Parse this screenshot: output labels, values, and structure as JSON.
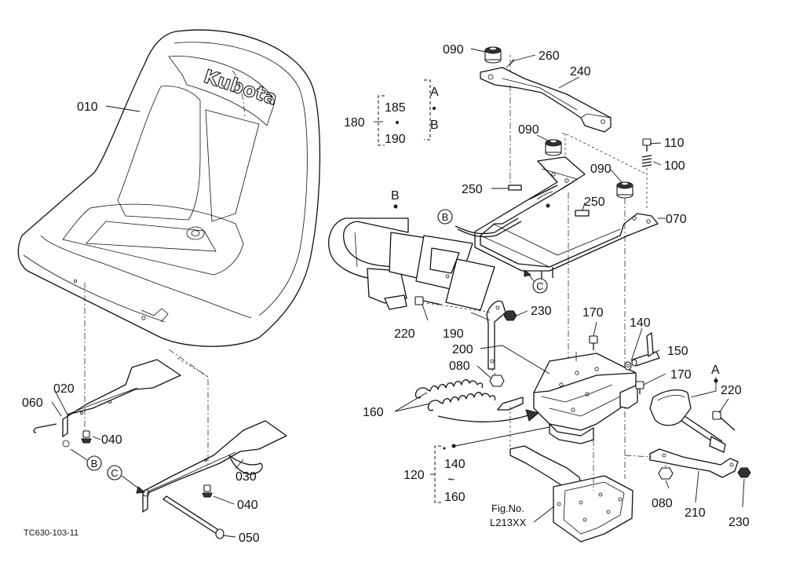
{
  "seat_logo": "Kubota",
  "parts": {
    "p010": "010",
    "p020": "020",
    "p030": "030",
    "p040a": "040",
    "p040b": "040",
    "p050": "050",
    "p060": "060",
    "p070": "070",
    "p080a": "080",
    "p080b": "080",
    "p090a": "090",
    "p090b": "090",
    "p090c": "090",
    "p100": "100",
    "p110": "110",
    "p120": "120",
    "p140a": "140",
    "p140b": "140",
    "p150": "150",
    "p160a": "160",
    "p160b": "160",
    "p170a": "170",
    "p170b": "170",
    "p180": "180",
    "p185": "185",
    "p190a": "190",
    "p190b": "190",
    "p200": "200",
    "p210": "210",
    "p220a": "220",
    "p220b": "220",
    "p230a": "230",
    "p230b": "230",
    "p240": "240",
    "p250a": "250",
    "p250b": "250",
    "p260": "260"
  },
  "markers": {
    "A_group": "A",
    "B_group": "B",
    "A_buckle": "A",
    "B_belt": "B",
    "B_circle_left": "B",
    "C_circle_left": "C",
    "B_circle_right": "B",
    "C_circle_right": "C"
  },
  "range_mark": "~",
  "fig_no_label": "Fig.No.",
  "fig_no_value": "L213XX",
  "drawing_code": "TC630-103-11"
}
